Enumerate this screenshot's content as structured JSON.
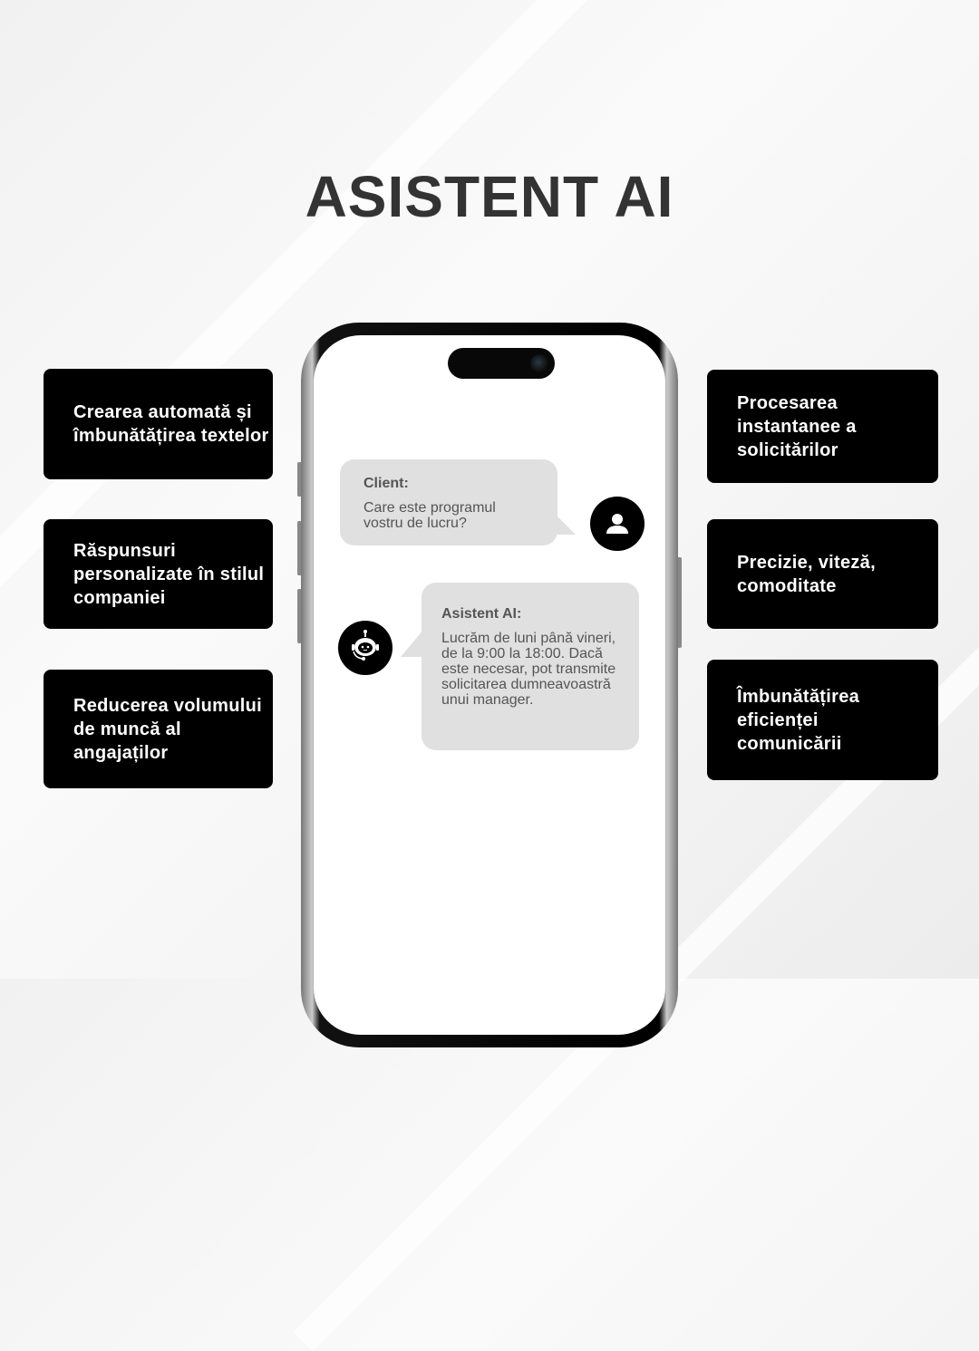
{
  "title": "ASISTENT AI",
  "features_left": [
    "Crearea automată și îmbunătățirea textelor",
    "Răspunsuri personalizate în stilul companiei",
    "Reducerea volumului de muncă al angajaților"
  ],
  "features_right": [
    "Procesarea instantanee a solicitărilor",
    "Precizie, viteză, comoditate",
    "Îmbunătățirea eficienței comunicării"
  ],
  "chat": {
    "client": {
      "sender": "Client:",
      "text": "Care este programul vostru de lucru?"
    },
    "assistant": {
      "sender": "Asistent AI:",
      "text": "Lucrăm de luni până vineri, de la 9:00 la 18:00. Dacă este necesar, pot transmite solicitarea dumneavoastră unui manager."
    }
  }
}
